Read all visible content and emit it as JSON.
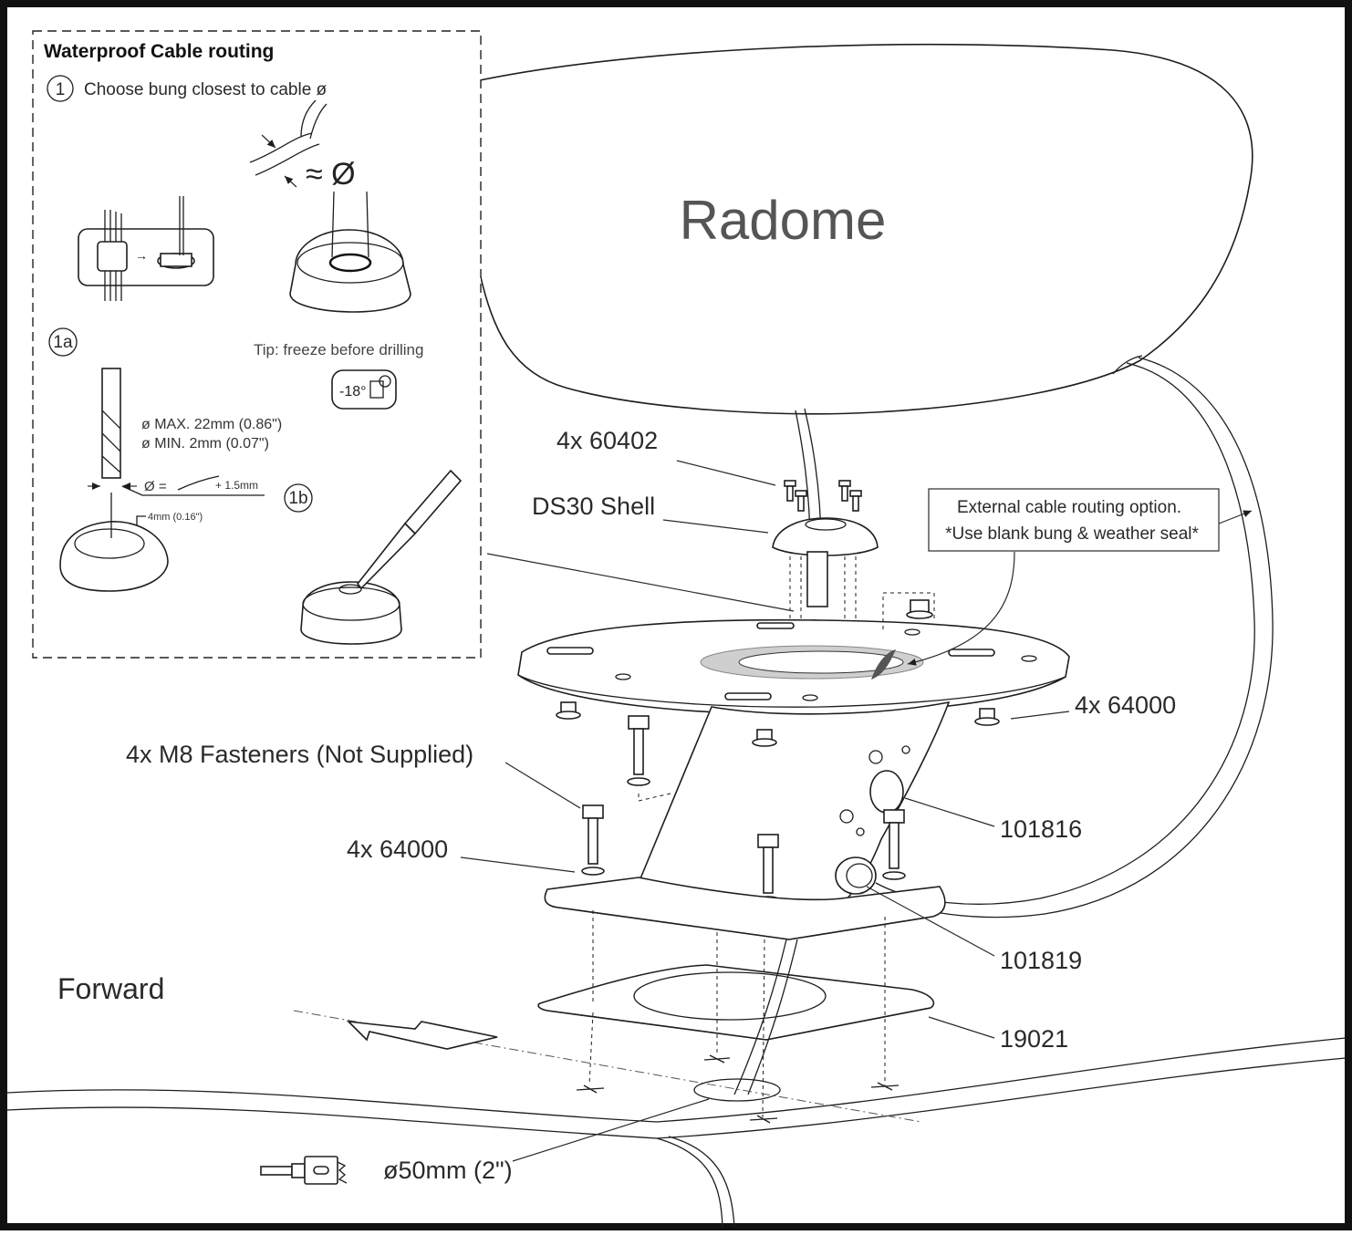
{
  "inset": {
    "title": "Waterproof Cable routing",
    "step1_num": "1",
    "step1_text": "Choose bung closest to cable ø",
    "approx_symbol": "≈ Ø",
    "step1a_num": "1a",
    "tip_text": "Tip: freeze before drilling",
    "freeze_temp": "-18°",
    "max_text": "ø MAX. 22mm (0.86\")",
    "min_text": "ø MIN. 2mm (0.07\")",
    "formula_text": "Ø =",
    "formula_add": "+ 1.5mm",
    "depth_text": "4mm (0.16\")",
    "step1b_num": "1b"
  },
  "labels": {
    "radome": "Radome",
    "screws": "4x 60402",
    "shell": "DS30 Shell",
    "external_note_line1": "External cable routing option.",
    "external_note_line2": "*Use blank bung & weather seal*",
    "washers_top": "4x 64000",
    "fasteners": "4x M8 Fasteners (Not Supplied)",
    "washers_left": "4x 64000",
    "grommet_small": "101816",
    "grommet_large": "101819",
    "base_plate": "19021",
    "forward": "Forward",
    "hole_size": "ø50mm (2\")"
  }
}
